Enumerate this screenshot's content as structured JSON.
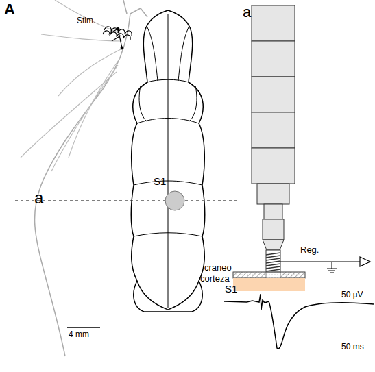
{
  "diagram": {
    "labels": [
      "A",
      "Stim.",
      "S1",
      "a",
      "4 mm",
      "a",
      "Reg.",
      "craneo",
      "corteza",
      "S1",
      "50 µV",
      "50 ms"
    ]
  }
}
